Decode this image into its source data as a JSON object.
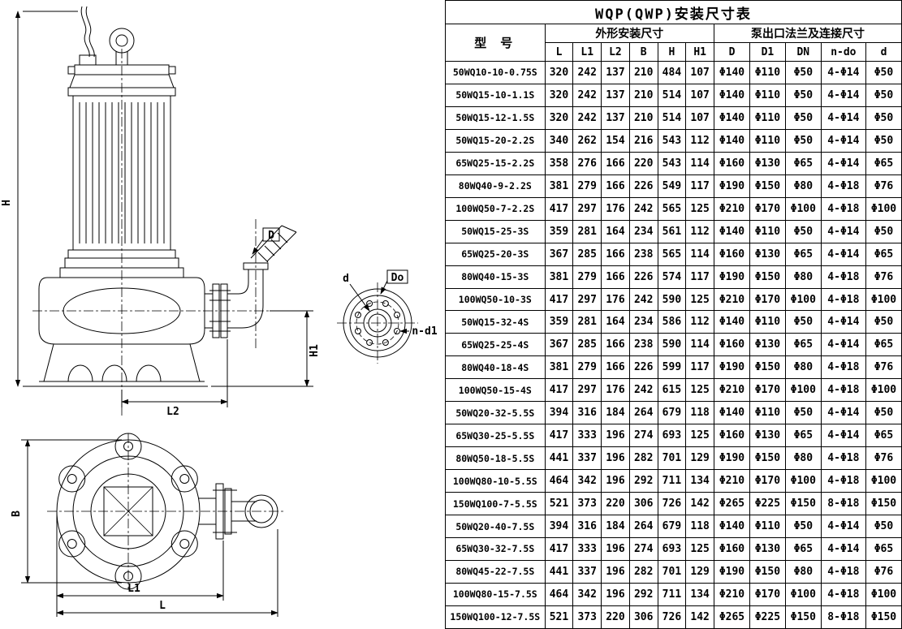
{
  "title": "WQP(QWP)安装尺寸表",
  "table": {
    "header": {
      "model": "型  号",
      "outline_group": "外形安装尺寸",
      "flange_group": "泵出口法兰及连接尺寸",
      "columns": [
        "L",
        "L1",
        "L2",
        "B",
        "H",
        "H1",
        "D",
        "D1",
        "DN",
        "n-do",
        "d"
      ]
    },
    "rows": [
      [
        "50WQ10-10-0.75S",
        "320",
        "242",
        "137",
        "210",
        "484",
        "107",
        "Φ140",
        "Φ110",
        "Φ50",
        "4-Φ14",
        "Φ50"
      ],
      [
        "50WQ15-10-1.1S",
        "320",
        "242",
        "137",
        "210",
        "514",
        "107",
        "Φ140",
        "Φ110",
        "Φ50",
        "4-Φ14",
        "Φ50"
      ],
      [
        "50WQ15-12-1.5S",
        "320",
        "242",
        "137",
        "210",
        "514",
        "107",
        "Φ140",
        "Φ110",
        "Φ50",
        "4-Φ14",
        "Φ50"
      ],
      [
        "50WQ15-20-2.2S",
        "340",
        "262",
        "154",
        "216",
        "543",
        "112",
        "Φ140",
        "Φ110",
        "Φ50",
        "4-Φ14",
        "Φ50"
      ],
      [
        "65WQ25-15-2.2S",
        "358",
        "276",
        "166",
        "220",
        "543",
        "114",
        "Φ160",
        "Φ130",
        "Φ65",
        "4-Φ14",
        "Φ65"
      ],
      [
        "80WQ40-9-2.2S",
        "381",
        "279",
        "166",
        "226",
        "549",
        "117",
        "Φ190",
        "Φ150",
        "Φ80",
        "4-Φ18",
        "Φ76"
      ],
      [
        "100WQ50-7-2.2S",
        "417",
        "297",
        "176",
        "242",
        "565",
        "125",
        "Φ210",
        "Φ170",
        "Φ100",
        "4-Φ18",
        "Φ100"
      ],
      [
        "50WQ15-25-3S",
        "359",
        "281",
        "164",
        "234",
        "561",
        "112",
        "Φ140",
        "Φ110",
        "Φ50",
        "4-Φ14",
        "Φ50"
      ],
      [
        "65WQ25-20-3S",
        "367",
        "285",
        "166",
        "238",
        "565",
        "114",
        "Φ160",
        "Φ130",
        "Φ65",
        "4-Φ14",
        "Φ65"
      ],
      [
        "80WQ40-15-3S",
        "381",
        "279",
        "166",
        "226",
        "574",
        "117",
        "Φ190",
        "Φ150",
        "Φ80",
        "4-Φ18",
        "Φ76"
      ],
      [
        "100WQ50-10-3S",
        "417",
        "297",
        "176",
        "242",
        "590",
        "125",
        "Φ210",
        "Φ170",
        "Φ100",
        "4-Φ18",
        "Φ100"
      ],
      [
        "50WQ15-32-4S",
        "359",
        "281",
        "164",
        "234",
        "586",
        "112",
        "Φ140",
        "Φ110",
        "Φ50",
        "4-Φ14",
        "Φ50"
      ],
      [
        "65WQ25-25-4S",
        "367",
        "285",
        "166",
        "238",
        "590",
        "114",
        "Φ160",
        "Φ130",
        "Φ65",
        "4-Φ14",
        "Φ65"
      ],
      [
        "80WQ40-18-4S",
        "381",
        "279",
        "166",
        "226",
        "599",
        "117",
        "Φ190",
        "Φ150",
        "Φ80",
        "4-Φ18",
        "Φ76"
      ],
      [
        "100WQ50-15-4S",
        "417",
        "297",
        "176",
        "242",
        "615",
        "125",
        "Φ210",
        "Φ170",
        "Φ100",
        "4-Φ18",
        "Φ100"
      ],
      [
        "50WQ20-32-5.5S",
        "394",
        "316",
        "184",
        "264",
        "679",
        "118",
        "Φ140",
        "Φ110",
        "Φ50",
        "4-Φ14",
        "Φ50"
      ],
      [
        "65WQ30-25-5.5S",
        "417",
        "333",
        "196",
        "274",
        "693",
        "125",
        "Φ160",
        "Φ130",
        "Φ65",
        "4-Φ14",
        "Φ65"
      ],
      [
        "80WQ50-18-5.5S",
        "441",
        "337",
        "196",
        "282",
        "701",
        "129",
        "Φ190",
        "Φ150",
        "Φ80",
        "4-Φ18",
        "Φ76"
      ],
      [
        "100WQ80-10-5.5S",
        "464",
        "342",
        "196",
        "292",
        "711",
        "134",
        "Φ210",
        "Φ170",
        "Φ100",
        "4-Φ18",
        "Φ100"
      ],
      [
        "150WQ100-7-5.5S",
        "521",
        "373",
        "220",
        "306",
        "726",
        "142",
        "Φ265",
        "Φ225",
        "Φ150",
        "8-Φ18",
        "Φ150"
      ],
      [
        "50WQ20-40-7.5S",
        "394",
        "316",
        "184",
        "264",
        "679",
        "118",
        "Φ140",
        "Φ110",
        "Φ50",
        "4-Φ14",
        "Φ50"
      ],
      [
        "65WQ30-32-7.5S",
        "417",
        "333",
        "196",
        "274",
        "693",
        "125",
        "Φ160",
        "Φ130",
        "Φ65",
        "4-Φ14",
        "Φ65"
      ],
      [
        "80WQ45-22-7.5S",
        "441",
        "337",
        "196",
        "282",
        "701",
        "129",
        "Φ190",
        "Φ150",
        "Φ80",
        "4-Φ18",
        "Φ76"
      ],
      [
        "100WQ80-15-7.5S",
        "464",
        "342",
        "196",
        "292",
        "711",
        "134",
        "Φ210",
        "Φ170",
        "Φ100",
        "4-Φ18",
        "Φ100"
      ],
      [
        "150WQ100-12-7.5S",
        "521",
        "373",
        "220",
        "306",
        "726",
        "142",
        "Φ265",
        "Φ225",
        "Φ150",
        "8-Φ18",
        "Φ150"
      ]
    ]
  },
  "drawing": {
    "labels": {
      "H": "H",
      "D": "D",
      "H1": "H1",
      "L2": "L2",
      "d": "d",
      "Do": "Do",
      "nd1": "n-d1",
      "B": "B",
      "L1": "L1",
      "L": "L"
    }
  }
}
